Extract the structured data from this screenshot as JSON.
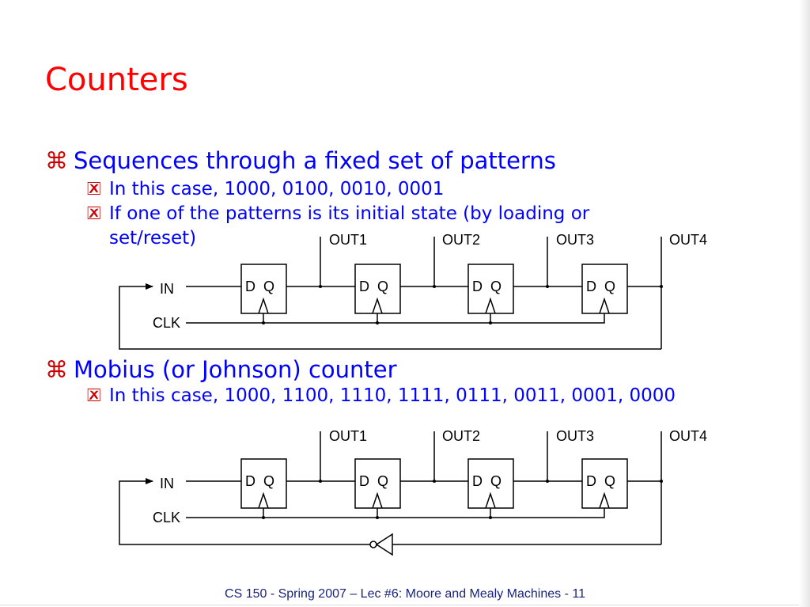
{
  "title": "Counters",
  "bullets": [
    {
      "glyph": "⌘",
      "text": "Sequences through a fixed set of patterns",
      "sub": [
        {
          "glyph": "🗷",
          "text": "In this case, 1000, 0100, 0010, 0001"
        },
        {
          "glyph": "🗷",
          "text": "If one of the patterns is its initial state (by loading or",
          "cont": "set/reset)"
        }
      ]
    },
    {
      "glyph": "⌘",
      "text": "Mobius (or Johnson) counter",
      "sub": [
        {
          "glyph": "🗷",
          "text": "In this case, 1000, 1100, 1110, 1111, 0111, 0011, 0001, 0000"
        }
      ]
    }
  ],
  "circuits": [
    {
      "outputs": [
        "OUT1",
        "OUT2",
        "OUT3",
        "OUT4"
      ],
      "in_label": "IN",
      "clk_label": "CLK",
      "ff_label": "D  Q",
      "flip_flops": 4,
      "feedback_inverter": false
    },
    {
      "outputs": [
        "OUT1",
        "OUT2",
        "OUT3",
        "OUT4"
      ],
      "in_label": "IN",
      "clk_label": "CLK",
      "ff_label": "D  Q",
      "flip_flops": 4,
      "feedback_inverter": true
    }
  ],
  "footer": "CS 150 - Spring 2007 – Lec #6: Moore and Mealy Machines - 11",
  "colors": {
    "title": "#ff0000",
    "text": "#0000ff",
    "bullet": "#cc0000",
    "footer": "#1a237e"
  }
}
